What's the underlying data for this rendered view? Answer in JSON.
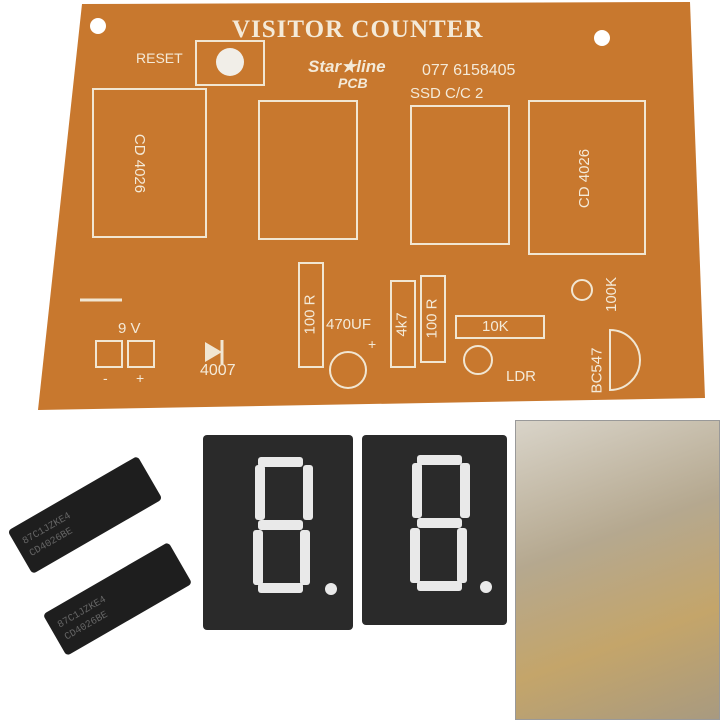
{
  "pcb": {
    "title": "VISITOR COUNTER",
    "reset_label": "RESET",
    "brand_logo": "Star★line",
    "brand_sub": "PCB",
    "phone": "077 6158405",
    "ssd_label": "SSD C/C 2",
    "ic_left": "CD 4026",
    "ic_right": "CD 4026",
    "resistor_1": "100 R",
    "capacitor": "470UF",
    "resistor_2": "4k7",
    "resistor_3": "100 R",
    "resistor_4": "10K",
    "pot": "100K",
    "transistor": "BC547",
    "ldr": "LDR",
    "voltage": "9 V",
    "minus": "-",
    "plus": "+",
    "cap_plus": "+",
    "diode": "4007"
  },
  "chips": [
    {
      "line1": "87C1JZKE4",
      "line2": "CD4026BE"
    },
    {
      "line1": "87C1JZKE4",
      "line2": "CD4026BE"
    }
  ],
  "colors": {
    "pcb": "#c8782e",
    "silkscreen": "#f4ead8",
    "display": "#2a2a2a"
  }
}
